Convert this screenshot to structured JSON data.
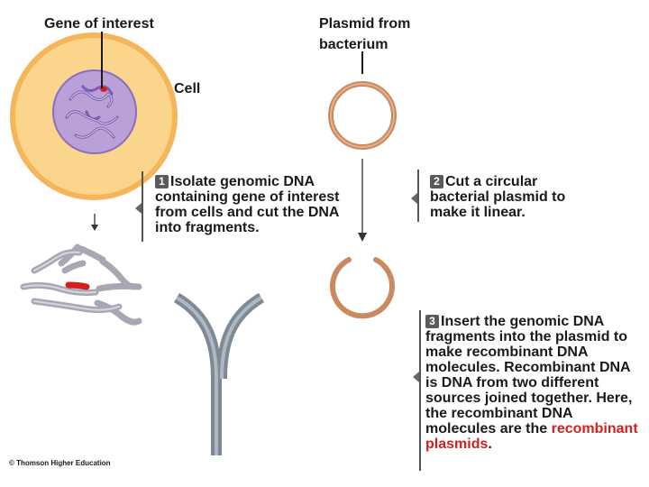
{
  "labels": {
    "gene_of_interest": "Gene of interest",
    "plasmid_line1": "Plasmid from",
    "plasmid_line2": "bacterium",
    "cell": "Cell"
  },
  "steps": [
    {
      "number": "1",
      "text": "Isolate genomic DNA containing gene of interest from cells and cut the DNA into fragments."
    },
    {
      "number": "2",
      "text": "Cut a circular bacterial plasmid to make it linear."
    },
    {
      "number": "3",
      "text": "Insert the genomic DNA fragments into the plasmid to make recombinant DNA molecules. Recombinant DNA is DNA from two different sources joined together. Here, the recombinant DNA molecules are the",
      "highlight": "recombinant plasmids",
      "end": "."
    }
  ],
  "credit": "© Thomson Higher Education",
  "colors": {
    "cell_fill": "#fbd58c",
    "nucleus_fill": "#b9a0d6",
    "nucleus_edge": "#8a6cc0",
    "plasmid": "#c98a60",
    "dna_gray": "#a8a8b4",
    "gene_red": "#d4201d",
    "highlight_red": "#d4201d"
  }
}
